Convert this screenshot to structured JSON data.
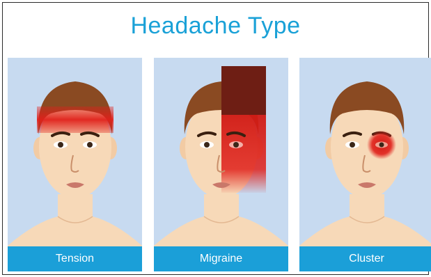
{
  "title": "Headache Type",
  "panels": [
    {
      "label": "Tension",
      "pain_area": "forehead band"
    },
    {
      "label": "Migraine",
      "pain_area": "one side of head"
    },
    {
      "label": "Cluster",
      "pain_area": "around one eye"
    }
  ],
  "colors": {
    "title": "#1aa1d7",
    "panel_bg": "#c7daf0",
    "label_bar": "#1b9fd8",
    "pain": "#e0201a",
    "skin": "#f7d9b8",
    "hair": "#8a4a22"
  }
}
